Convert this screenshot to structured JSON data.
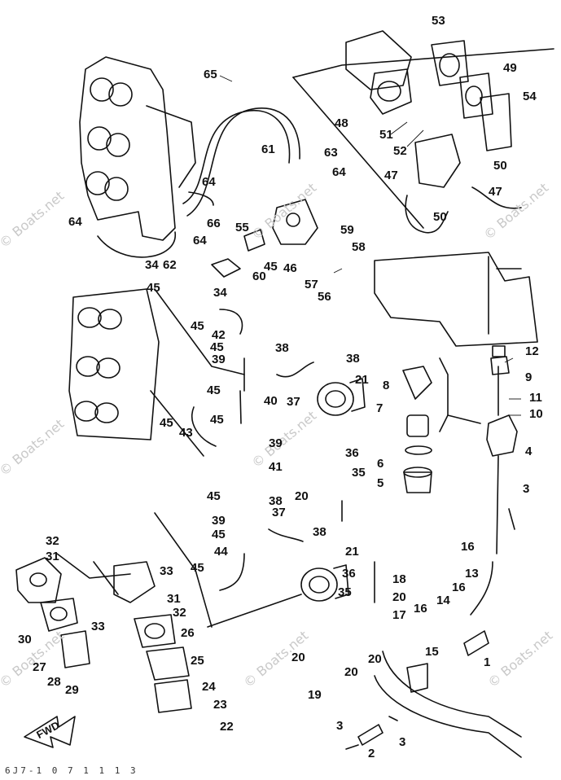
{
  "diagram": {
    "watermark": "© Boats.net",
    "fwd_label": "FWD",
    "footer_code": "6J7-1 0 7  1 1 1 3",
    "callouts": [
      "1",
      "2",
      "3",
      "4",
      "5",
      "6",
      "7",
      "8",
      "9",
      "10",
      "11",
      "12",
      "13",
      "14",
      "15",
      "16",
      "17",
      "18",
      "19",
      "20",
      "21",
      "22",
      "23",
      "24",
      "25",
      "26",
      "27",
      "28",
      "29",
      "30",
      "31",
      "32",
      "33",
      "34",
      "35",
      "36",
      "37",
      "38",
      "39",
      "40",
      "41",
      "42",
      "43",
      "44",
      "45",
      "46",
      "47",
      "48",
      "49",
      "50",
      "51",
      "52",
      "53",
      "54",
      "55",
      "56",
      "57",
      "58",
      "59",
      "60",
      "61",
      "62",
      "63",
      "64",
      "65",
      "66"
    ]
  }
}
